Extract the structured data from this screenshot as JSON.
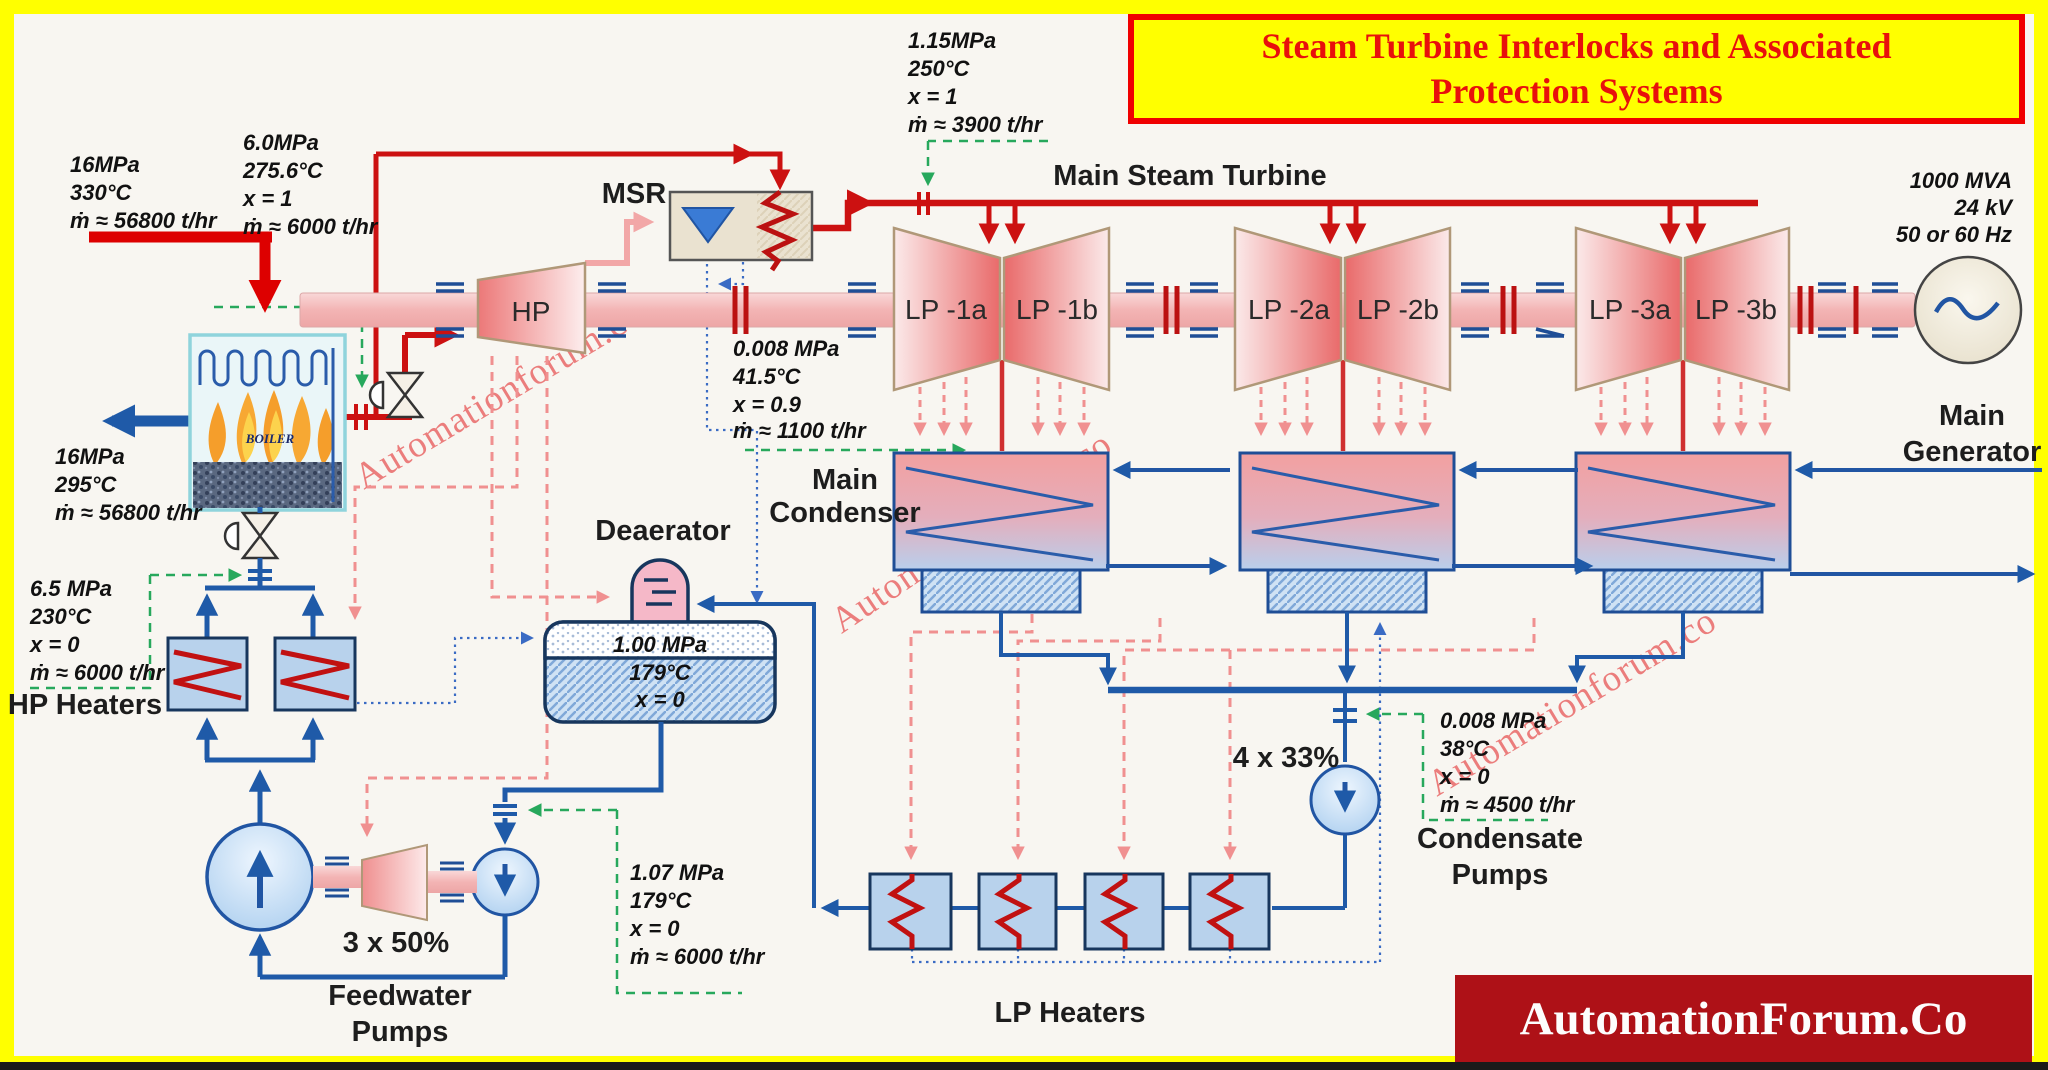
{
  "title": {
    "line1": "Steam Turbine Interlocks and Associated",
    "line2": "Protection Systems"
  },
  "watermark": {
    "diagonal": "Automationforum.co",
    "logo": "AutomationForum.Co"
  },
  "components": {
    "msr": "MSR",
    "hp": "HP",
    "lp1a": "LP -1a",
    "lp1b": "LP -1b",
    "lp2a": "LP -2a",
    "lp2b": "LP -2b",
    "lp3a": "LP -3a",
    "lp3b": "LP -3b",
    "main_steam_turbine": "Main Steam Turbine",
    "main_generator_1": "Main",
    "main_generator_2": "Generator",
    "main_condenser_1": "Main",
    "main_condenser_2": "Condenser",
    "deaerator": "Deaerator",
    "boiler": "BOILER",
    "hp_heaters": "HP Heaters",
    "lp_heaters": "LP Heaters",
    "feedwater_pumps_1": "Feedwater",
    "feedwater_pumps_2": "Pumps",
    "condensate_pumps_1": "Condensate",
    "condensate_pumps_2": "Pumps",
    "feedwater_pump_config": "3 x 50%",
    "condensate_pump_config": "4 x 33%"
  },
  "conditions": {
    "main_steam": [
      "16MPa",
      "330°C",
      "ṁ ≈ 56800 t/hr"
    ],
    "aux_steam": [
      "6.0MPa",
      "275.6°C",
      "x = 1",
      "ṁ ≈ 6000 t/hr"
    ],
    "reheat_steam": [
      "1.15MPa",
      "250°C",
      "x = 1",
      "ṁ ≈ 3900 t/hr"
    ],
    "feedwater_out": [
      "16MPa",
      "295°C",
      "ṁ ≈ 56800 t/hr"
    ],
    "hp_feedwater": [
      "6.5 MPa",
      "230°C",
      "x = 0",
      "ṁ ≈ 6000 t/hr"
    ],
    "lp_exhaust": [
      "0.008 MPa",
      "41.5°C",
      "x = 0.9",
      "ṁ ≈ 1100 t/hr"
    ],
    "deaerator": [
      "1.00 MPa",
      "179°C",
      "x = 0"
    ],
    "fw_pump_suction": [
      "1.07 MPa",
      "179°C",
      "x = 0",
      "ṁ ≈ 6000 t/hr"
    ],
    "condensate": [
      "0.008 MPa",
      "38°C",
      "x = 0",
      "ṁ ≈ 4500 t/hr"
    ],
    "generator": [
      "1000 MVA",
      "24 kV",
      "50 or 60 Hz"
    ]
  },
  "colors": {
    "steam_pipe": "#cc1111",
    "feed_pipe": "#dd0000",
    "water_pipe": "#1f5aa8",
    "extraction": "#f09090",
    "instrument_line": "#27a85c",
    "drain_line": "#3a6bc4",
    "title_bg": "#ffff00",
    "title_text": "#e8100c",
    "logo_bg": "#ae1117"
  }
}
